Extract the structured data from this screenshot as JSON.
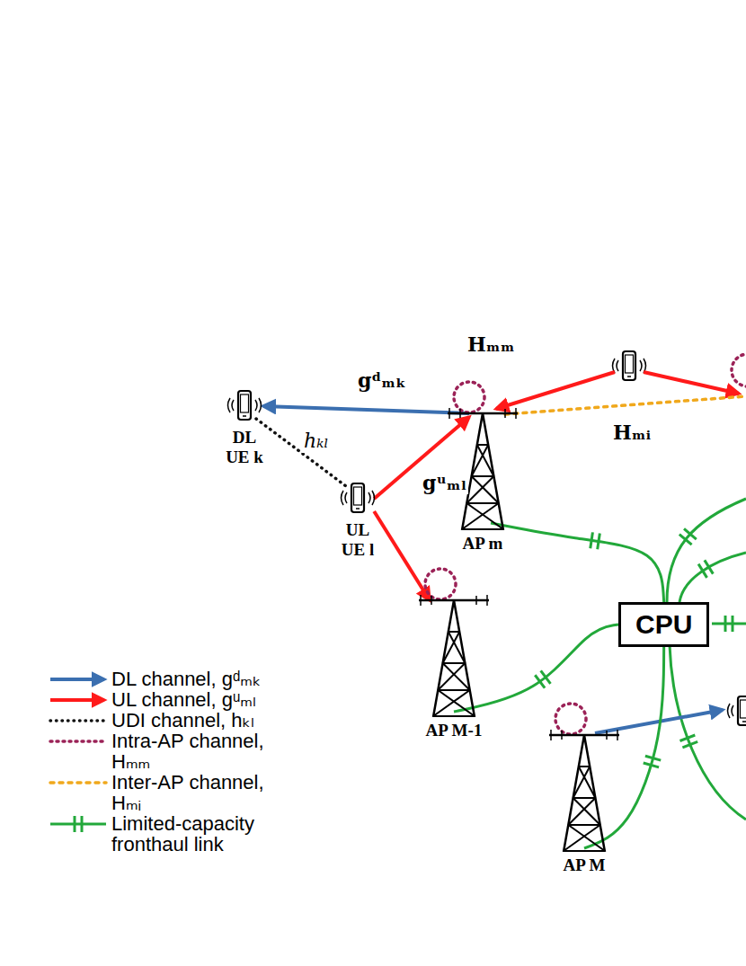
{
  "diagram": {
    "nodes": [
      {
        "text": [
          "DL UE k"
        ]
      },
      {
        "text": [
          "UL UE l"
        ]
      },
      {
        "text": [
          "AP m"
        ]
      },
      {
        "text": [
          "AP M-1"
        ]
      },
      {
        "text": [
          "CPU"
        ]
      },
      {
        "text": [
          "AP M"
        ]
      }
    ],
    "edges": [
      {
        "from": 2,
        "to": 0,
        "arrow": "to",
        "label": "gᵈₘₖ"
      },
      {
        "from": 1,
        "to": 2,
        "arrow": "to",
        "label": "gᵘₘₗ"
      },
      {
        "from": 1,
        "to": 3,
        "arrow": "to"
      },
      {
        "from": 0,
        "to": 1,
        "arrow": "none",
        "label": "hₖₗ"
      },
      {
        "from": 2,
        "to": 4,
        "arrow": "none"
      },
      {
        "from": 3,
        "to": 4,
        "arrow": "none"
      },
      {
        "from": 5,
        "to": 4,
        "arrow": "none"
      }
    ],
    "labels": [
      "Hₘₘ",
      "Hₘᵢ"
    ],
    "legend": [
      {
        "text": "DL channel, gᵈₘₖ"
      },
      {
        "text": "UL channel, gᵘₘₗ"
      },
      {
        "text": "UDI channel, hₖₗ"
      },
      {
        "text": "Intra-AP channel, Hₘₘ"
      },
      {
        "text": "Inter-AP channel, Hₘᵢ"
      },
      {
        "text": "Limited-capacity fronthaul link"
      }
    ]
  }
}
